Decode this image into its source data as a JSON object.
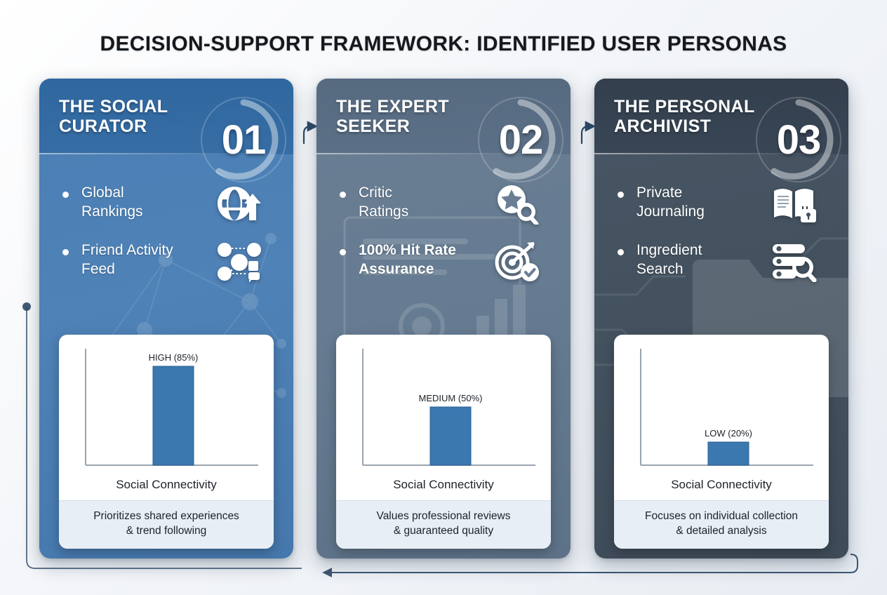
{
  "title": "DECISION-SUPPORT FRAMEWORK: IDENTIFIED USER PERSONAS",
  "theme": {
    "accent_bar": "#3b78b0",
    "card1": "#4a7fb5",
    "card2": "#667c92",
    "card3": "#44525f",
    "connector": "#2e4a66",
    "panel_bg": "#ffffff",
    "footer_bg": "#e8eef6"
  },
  "cards": [
    {
      "number": "01",
      "title": "THE SOCIAL\nCURATOR",
      "bullets": [
        {
          "label": "Global\nRankings",
          "icon": "globe-arrow-icon",
          "strong": false
        },
        {
          "label": "Friend Activity\nFeed",
          "icon": "people-network-icon",
          "strong": false
        }
      ],
      "chart": {
        "level": "HIGH",
        "percent": 85,
        "value_label": "HIGH (85%)",
        "xlabel": "Social Connectivity"
      },
      "footer": "Prioritizes shared experiences\n& trend following"
    },
    {
      "number": "02",
      "title": "THE EXPERT\nSEEKER",
      "bullets": [
        {
          "label": "Critic\nRatings",
          "icon": "star-search-icon",
          "strong": false
        },
        {
          "label": "100% Hit Rate\nAssurance",
          "icon": "target-check-icon",
          "strong": true
        }
      ],
      "chart": {
        "level": "MEDIUM",
        "percent": 50,
        "value_label": "MEDIUM (50%)",
        "xlabel": "Social Connectivity"
      },
      "footer": "Values professional reviews\n& guaranteed quality"
    },
    {
      "number": "03",
      "title": "THE PERSONAL\nARCHIVIST",
      "bullets": [
        {
          "label": "Private\nJournaling",
          "icon": "book-lock-icon",
          "strong": false
        },
        {
          "label": "Ingredient\nSearch",
          "icon": "database-search-icon",
          "strong": false
        }
      ],
      "chart": {
        "level": "LOW",
        "percent": 20,
        "value_label": "LOW (20%)",
        "xlabel": "Social Connectivity"
      },
      "footer": "Focuses on individual collection\n& detailed analysis"
    }
  ],
  "chart_data": [
    {
      "type": "bar",
      "title": "",
      "categories": [
        "Social Connectivity"
      ],
      "values": [
        85
      ],
      "data_labels": [
        "HIGH (85%)"
      ],
      "xlabel": "Social Connectivity",
      "ylabel": "",
      "ylim": [
        0,
        100
      ],
      "grid": false,
      "legend": "none",
      "bar_color": "#3b78b0"
    },
    {
      "type": "bar",
      "title": "",
      "categories": [
        "Social Connectivity"
      ],
      "values": [
        50
      ],
      "data_labels": [
        "MEDIUM (50%)"
      ],
      "xlabel": "Social Connectivity",
      "ylabel": "",
      "ylim": [
        0,
        100
      ],
      "grid": false,
      "legend": "none",
      "bar_color": "#3b78b0"
    },
    {
      "type": "bar",
      "title": "",
      "categories": [
        "Social Connectivity"
      ],
      "values": [
        20
      ],
      "data_labels": [
        "LOW (20%)"
      ],
      "xlabel": "Social Connectivity",
      "ylabel": "",
      "ylim": [
        0,
        100
      ],
      "grid": false,
      "legend": "none",
      "bar_color": "#3b78b0"
    }
  ]
}
